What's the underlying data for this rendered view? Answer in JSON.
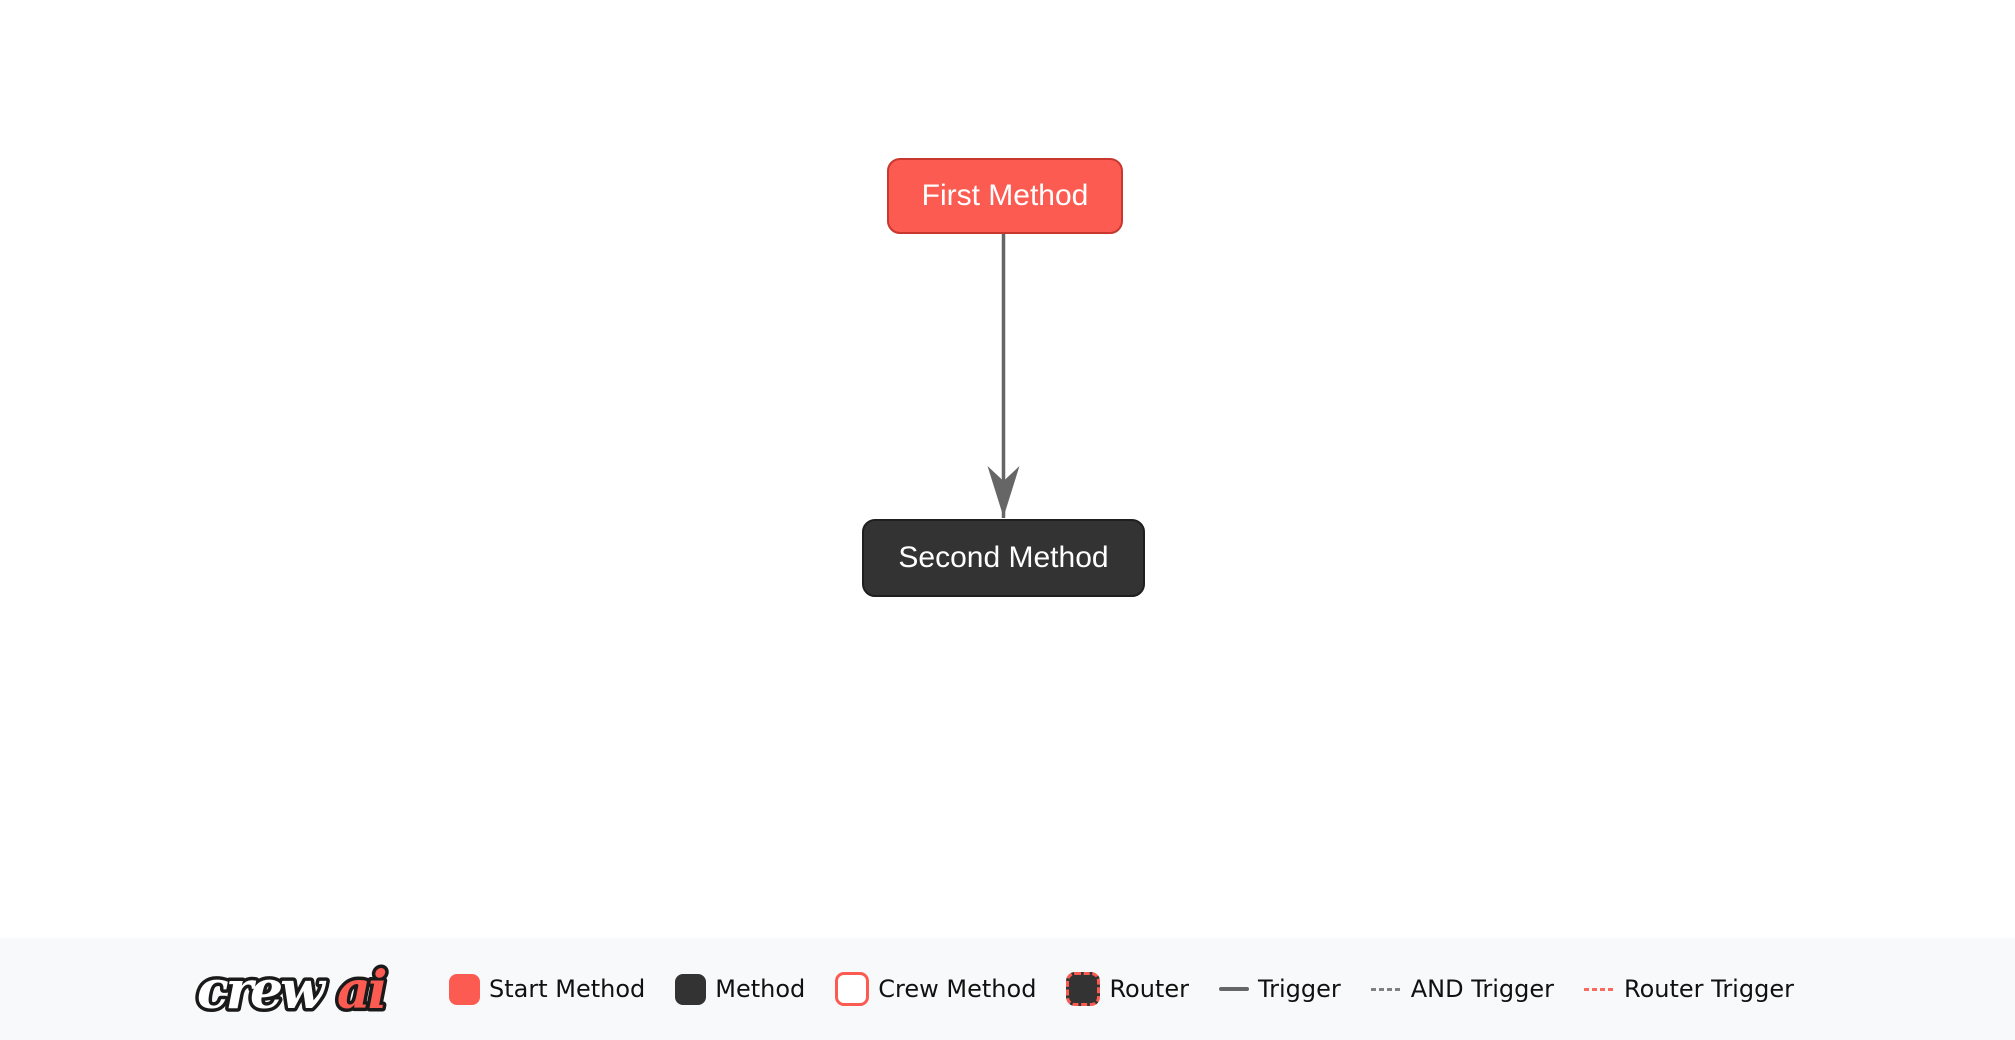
{
  "diagram": {
    "nodes": [
      {
        "label": "First Method",
        "type": "start-method",
        "fill": "#FB5B51",
        "border": "#C8382E",
        "text_color": "#FFFFFF"
      },
      {
        "label": "Second Method",
        "type": "method",
        "fill": "#333333",
        "border": "#1F1F1F",
        "text_color": "#FFFFFF"
      }
    ],
    "edges": [
      {
        "from": "First Method",
        "to": "Second Method",
        "type": "trigger",
        "color": "#666666",
        "direction": "down"
      }
    ]
  },
  "legend": {
    "logo": {
      "text_primary": "crew",
      "text_accent": "ai",
      "primary_color": "#FFFFFF",
      "accent_color": "#FB5B51",
      "outline_color": "#1A1A1A"
    },
    "items": [
      {
        "label": "Start Method",
        "swatch": "start-method-square"
      },
      {
        "label": "Method",
        "swatch": "method-square"
      },
      {
        "label": "Crew Method",
        "swatch": "crew-method-square"
      },
      {
        "label": "Router",
        "swatch": "router-square"
      },
      {
        "label": "Trigger",
        "swatch": "solid-line"
      },
      {
        "label": "AND Trigger",
        "swatch": "dashed-gray-line"
      },
      {
        "label": "Router Trigger",
        "swatch": "dashed-red-line"
      }
    ],
    "colors": {
      "bar_background": "#F8F9FA",
      "start_method": "#FB5B51",
      "method": "#333333",
      "crew_method_border": "#FB5B51",
      "router_border": "#FB5B51",
      "trigger_line": "#666666",
      "and_trigger_line": "#808080",
      "router_trigger_line": "#FA6A60",
      "label_text": "#111111"
    }
  }
}
